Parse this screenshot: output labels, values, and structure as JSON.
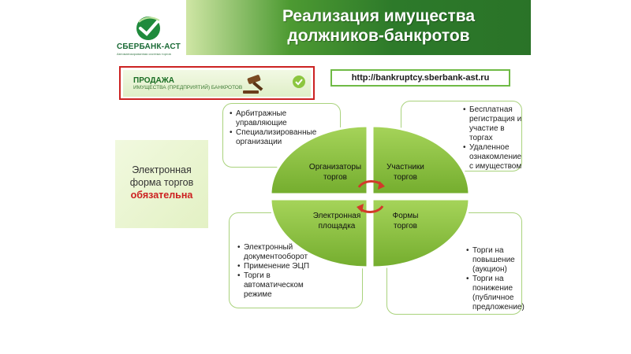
{
  "header": {
    "title_line1": "Реализация имущества",
    "title_line2": "должников-банкротов"
  },
  "logo": {
    "name": "СБЕРБАНК-АСТ",
    "subtitle": "Автоматизированная система торгов"
  },
  "banner": {
    "title": "ПРОДАЖА",
    "subtitle": "ИМУЩЕСТВА (ПРЕДПРИЯТИЙ) БАНКРОТОВ"
  },
  "url": "http://bankruptcy.sberbank-ast.ru",
  "side_note": {
    "line1": "Электронная",
    "line2": "форма торгов",
    "line3": "обязательна"
  },
  "center": {
    "top_left": [
      "Организаторы",
      "торгов"
    ],
    "top_right": [
      "Участники",
      "торгов"
    ],
    "bottom_left": [
      "Электронная",
      "площадка"
    ],
    "bottom_right": [
      "Формы",
      "торгов"
    ]
  },
  "boxes": {
    "top_left": [
      "Арбитражные управляющие",
      "Специализированные организации"
    ],
    "top_right": [
      "Бесплатная регистрация и участие в торгах",
      "Удаленное ознакомление с имуществом"
    ],
    "bottom_left": [
      "Электронный документооборот",
      "Применение ЭЦП",
      "Торги в автоматическом режиме"
    ],
    "bottom_right": [
      "Торги на повышение (аукцион)",
      "Торги на понижение (публичное предложение)"
    ]
  },
  "colors": {
    "brand_green": "#2d7a2a",
    "quad_green": "#8dc63f",
    "arrow_red": "#d23a2a",
    "accent_red": "#cc1f1f"
  }
}
